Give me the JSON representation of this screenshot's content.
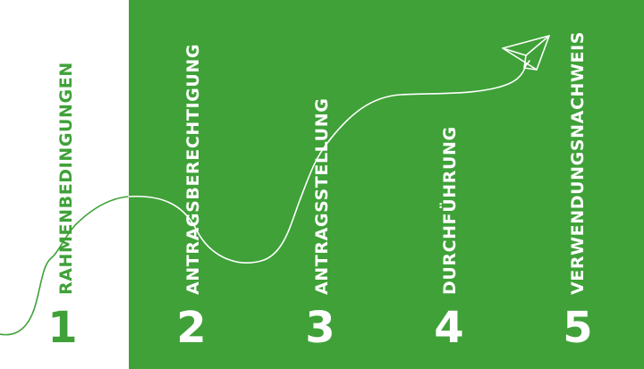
{
  "colors": {
    "green": "#3fa138",
    "white": "#ffffff"
  },
  "steps": [
    {
      "number": "1",
      "label": "RAHMENBEDINGUNGEN"
    },
    {
      "number": "2",
      "label": "ANTRAGSBERECHTIGUNG"
    },
    {
      "number": "3",
      "label": "ANTRAGSSTELLUNG"
    },
    {
      "number": "4",
      "label": "DURCHFÜHRUNG"
    },
    {
      "number": "5",
      "label": "VERWENDUNGSNACHWEIS"
    }
  ],
  "icons": {
    "end": "paper-plane-icon"
  }
}
